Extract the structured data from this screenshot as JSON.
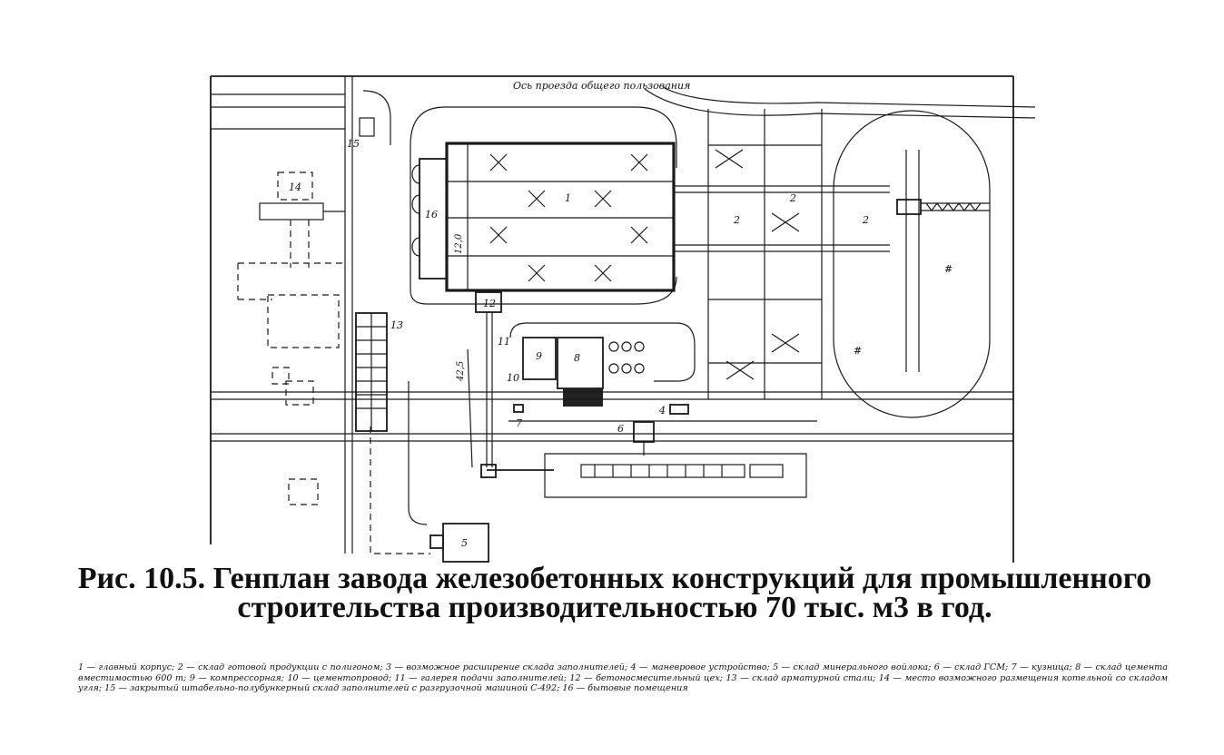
{
  "caption": "Рис. 10.5. Генплан завода железобетонных конструкций для промышленного строительства производительностью 70 тыс. м3 в год.",
  "road_label": "Ось проезда общего пользования",
  "labels": {
    "b1": "1",
    "b2a": "2",
    "b2b": "2",
    "b2c": "2",
    "b4": "4",
    "b5": "5",
    "b6": "6",
    "b7": "7",
    "b8": "8",
    "b9": "9",
    "b10": "10",
    "b11": "11",
    "b12": "12",
    "b13": "13",
    "b14": "14",
    "b15": "15",
    "b16": "16"
  },
  "dimensions": {
    "d1": "12,0",
    "d2": "42,5"
  },
  "legend": [
    "1 — главный корпус;",
    "2 — склад готовой продукции с полигоном;",
    "3 — возможное расширение склада заполнителей;",
    "4 — маневровое устройство;",
    "5 — склад минерального войлока;",
    "6 — склад ГСМ;",
    "7 — кузница;",
    "8 — склад цемента вместимостью 600 т;",
    "9 — компрессорная;",
    "10 — цементопровод;",
    "11 — галерея подачи заполнителей;",
    "12 — бетоносмесительный цех;",
    "13 — склад арматурной стали;",
    "14 — место возможного размещения котельной со складом угля;",
    "15 — закрытый штабельно-полубункерный склад заполнителей с разгрузочной машиной С-492;",
    "16 — бытовые помещения"
  ]
}
